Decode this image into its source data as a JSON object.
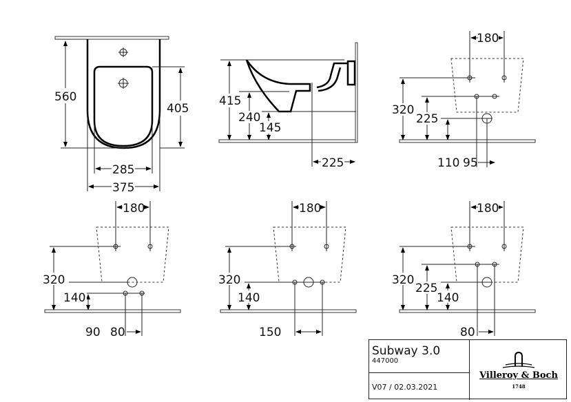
{
  "front_view": {
    "height_total": "560",
    "seat_height": "405",
    "inner_width": "285",
    "outer_width": "375"
  },
  "side_view": {
    "rim_height": "415",
    "d240": "240",
    "d145": "145",
    "wall_dist": "225"
  },
  "top_right": {
    "spacing": "180",
    "h320": "320",
    "h225": "225",
    "h110": "110",
    "w95": "95"
  },
  "bottom_left": {
    "spacing": "180",
    "h320": "320",
    "h140": "140",
    "w90": "90",
    "w80": "80"
  },
  "bottom_mid": {
    "spacing": "180",
    "h320": "320",
    "h140": "140",
    "w150": "150"
  },
  "bottom_right": {
    "spacing": "180",
    "h320": "320",
    "h225": "225",
    "h140": "140",
    "w80": "80"
  },
  "title_block": {
    "product": "Subway 3.0",
    "article": "447000",
    "version": "V07 / 02.03.2021",
    "brand": "Villeroy & Boch",
    "year": "1748"
  }
}
